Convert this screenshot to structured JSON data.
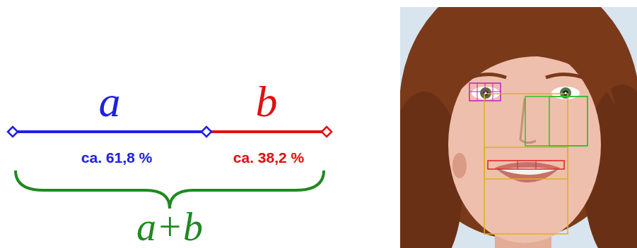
{
  "diagram": {
    "labels": [
      "a",
      "ca. 61,8 %",
      "b",
      "ca. 38,2 %",
      "a+b"
    ]
  }
}
